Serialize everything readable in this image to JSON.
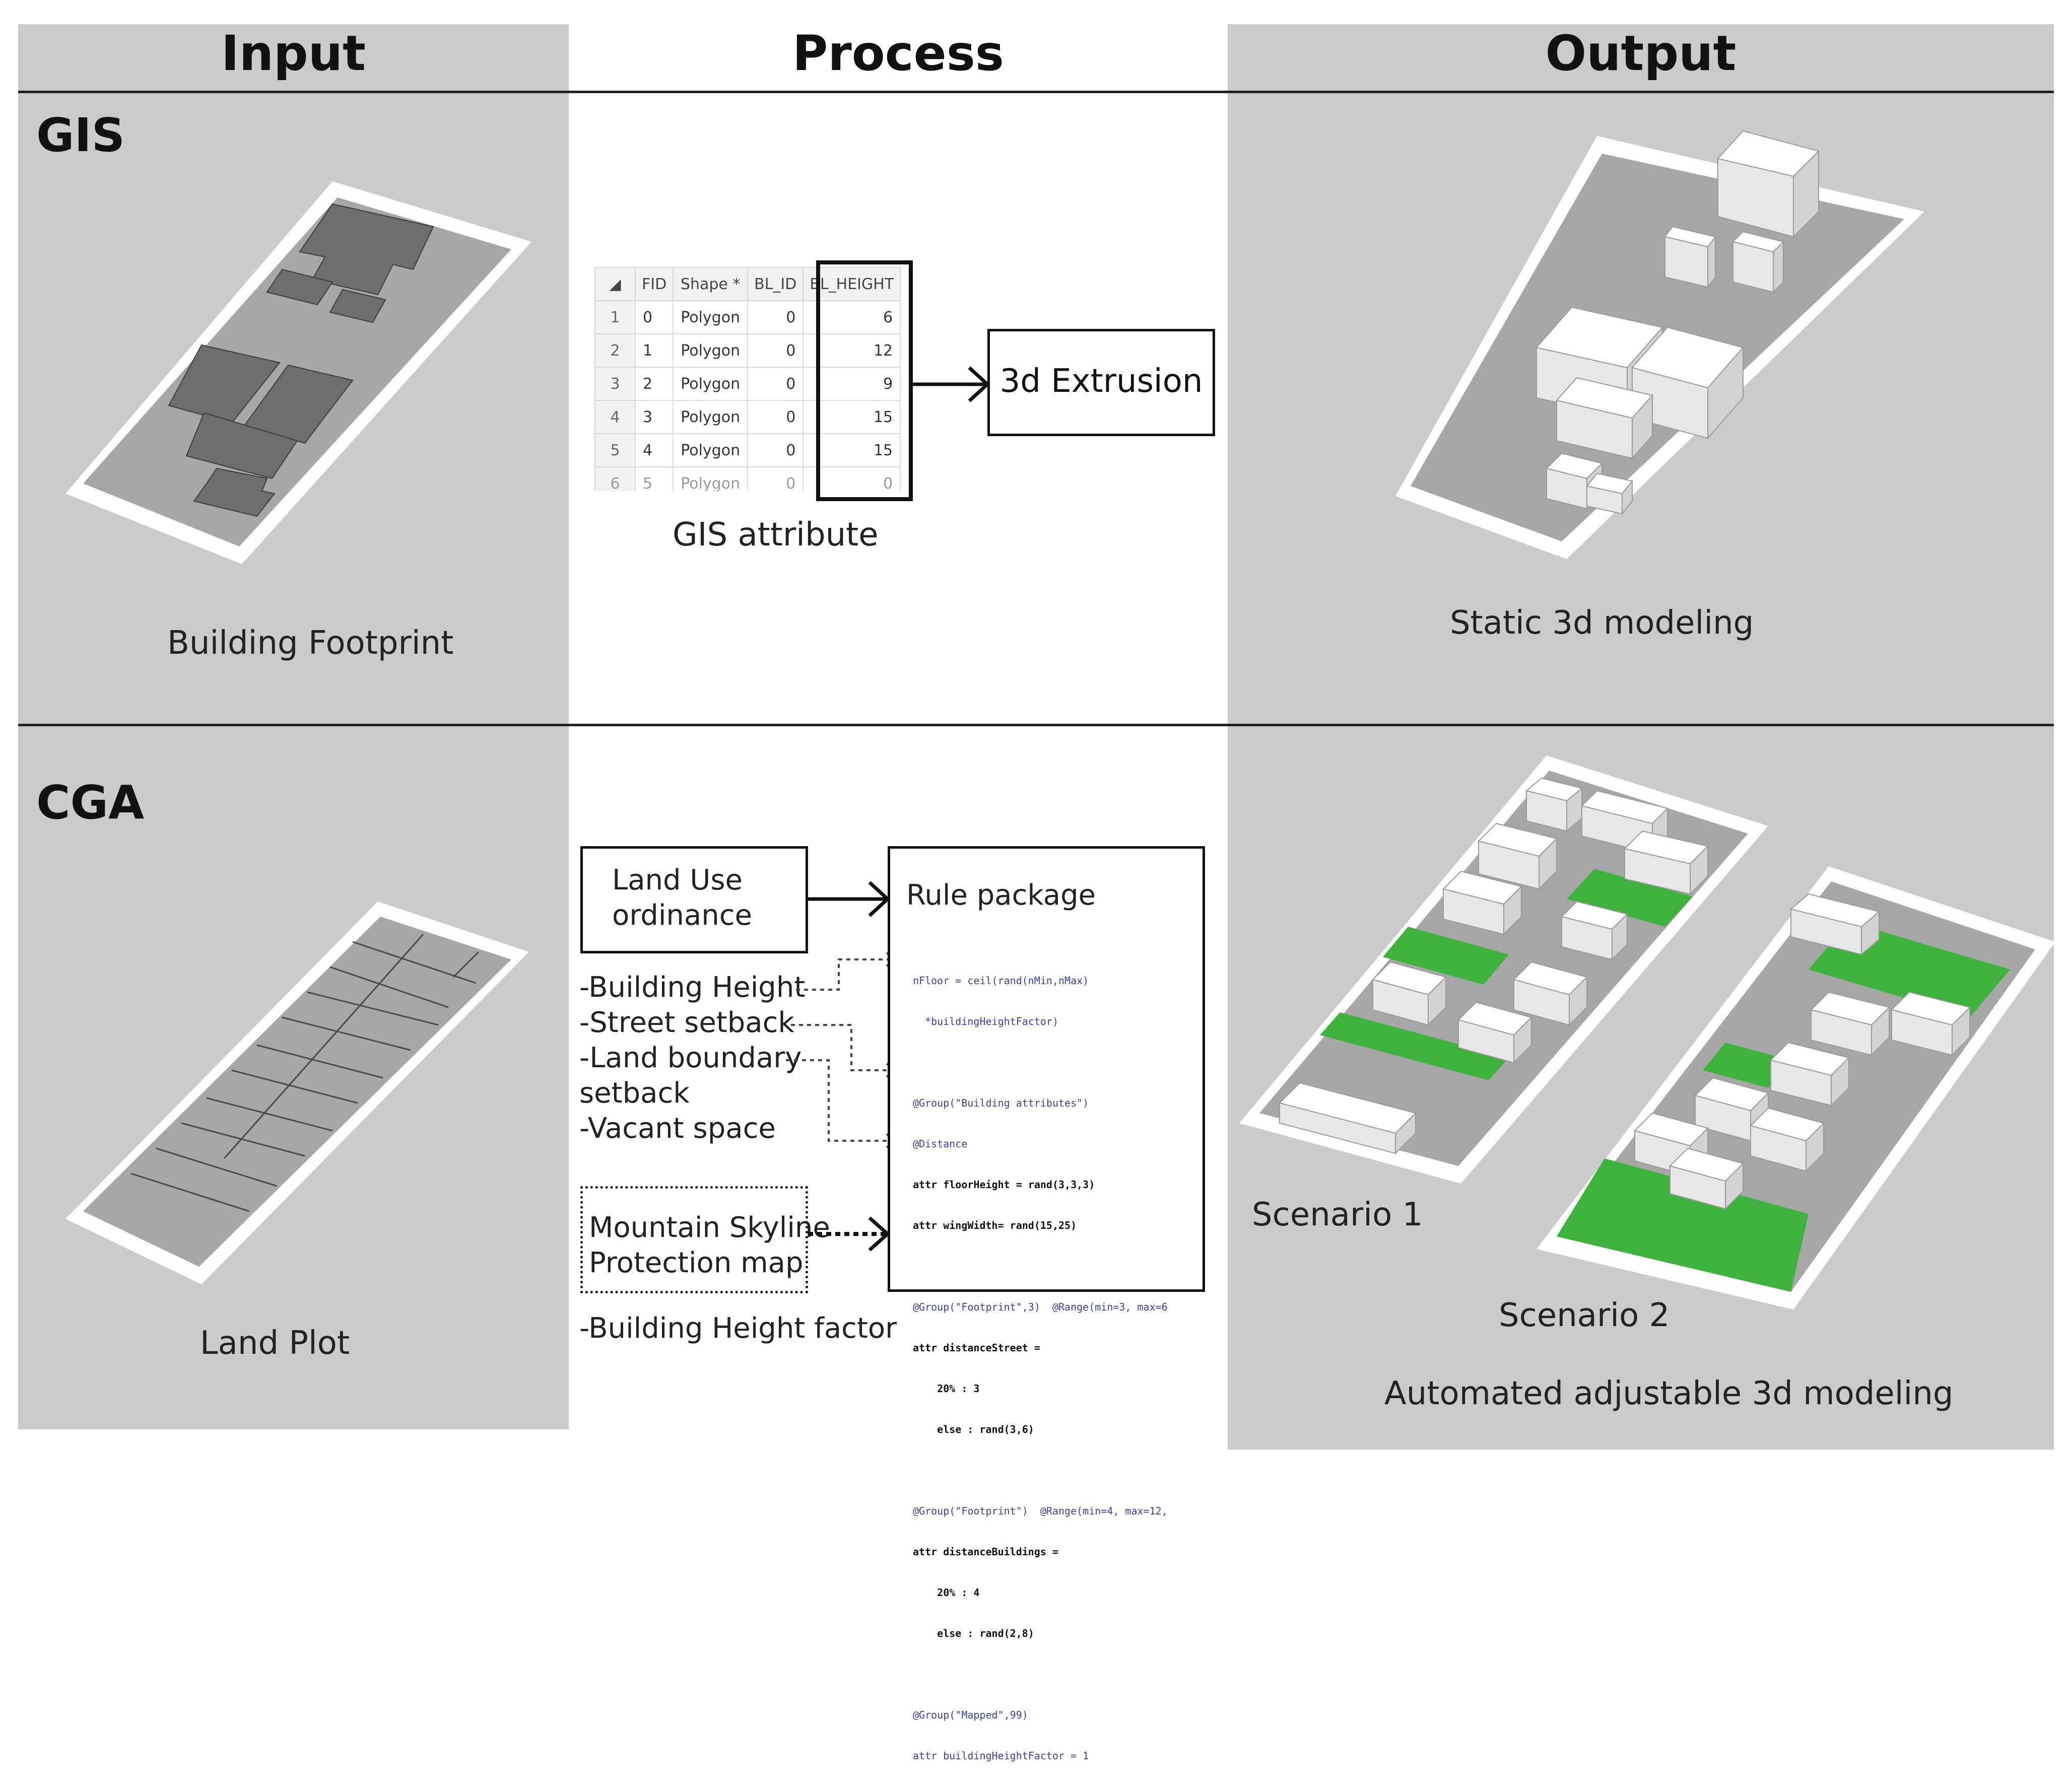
{
  "headers": {
    "input": "Input",
    "process": "Process",
    "output": "Output"
  },
  "sections": {
    "gis": "GIS",
    "cga": "CGA"
  },
  "gis_row": {
    "input_caption": "Building Footprint",
    "table": {
      "columns": [
        "FID",
        "Shape *",
        "BL_ID",
        "BL_HEIGHT"
      ],
      "rows": [
        {
          "n": "1",
          "fid": "0",
          "shape": "Polygon",
          "bl_id": "0",
          "height": "6"
        },
        {
          "n": "2",
          "fid": "1",
          "shape": "Polygon",
          "bl_id": "0",
          "height": "12"
        },
        {
          "n": "3",
          "fid": "2",
          "shape": "Polygon",
          "bl_id": "0",
          "height": "9"
        },
        {
          "n": "4",
          "fid": "3",
          "shape": "Polygon",
          "bl_id": "0",
          "height": "15"
        },
        {
          "n": "5",
          "fid": "4",
          "shape": "Polygon",
          "bl_id": "0",
          "height": "15"
        },
        {
          "n": "6",
          "fid": "5",
          "shape": "Polygon",
          "bl_id": "0",
          "height": "0"
        }
      ]
    },
    "table_caption": "GIS attribute",
    "extrusion_label": "3d Extrusion",
    "output_caption": "Static 3d modeling"
  },
  "cga_row": {
    "input_caption": "Land Plot",
    "land_use_box": [
      "Land Use",
      "ordinance"
    ],
    "parameters": [
      "-Building Height",
      "-Street setback",
      "-Land boundary",
      "setback",
      "-Vacant space"
    ],
    "skyline_box": [
      "Mountain Skyline",
      "Protection map"
    ],
    "height_factor": "-Building Height factor",
    "rule_package_title": "Rule package",
    "code": [
      "nFloor = ceil(rand(nMin,nMax)",
      "  *buildingHeightFactor)",
      "",
      "@Group(\"Building attributes\")",
      "@Distance",
      "attr floorHeight = rand(3,3,3)",
      "attr wingWidth= rand(15,25)",
      "",
      "@Group(\"Footprint\",3)  @Range(min=3, max=6",
      "attr distanceStreet =",
      "    20% : 3",
      "    else : rand(3,6)",
      "",
      "@Group(\"Footprint\")  @Range(min=4, max=12,",
      "attr distanceBuildings =",
      "    20% : 4",
      "    else : rand(2,8)",
      "",
      "@Group(\"Mapped\",99)",
      "attr buildingHeightFactor = 1"
    ],
    "scenario1": "Scenario 1",
    "scenario2": "Scenario 2",
    "output_caption": "Automated adjustable 3d modeling"
  },
  "colors": {
    "panel": "#cbcbcb",
    "green": "#3cb43c",
    "footprint": "#6e6e6e",
    "lot": "#a7a7a7"
  }
}
